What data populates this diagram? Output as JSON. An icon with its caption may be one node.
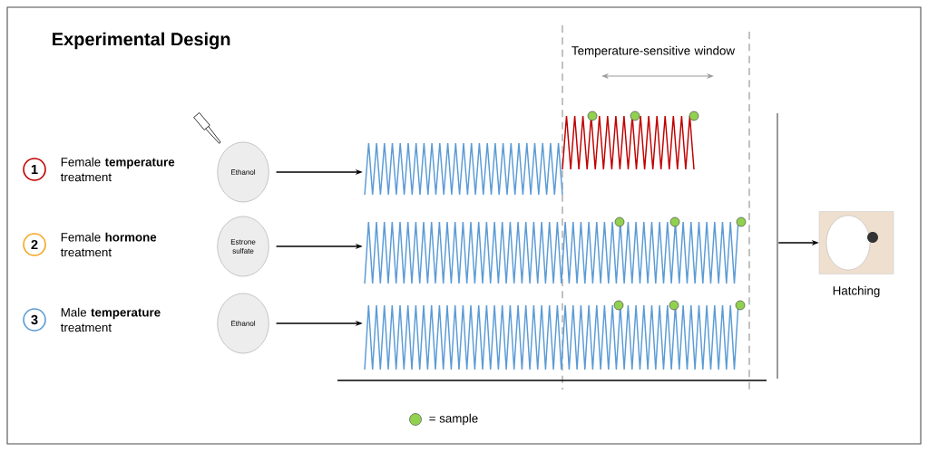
{
  "diagram": {
    "title": "Experimental Design",
    "nodes": [
      {
        "text": [
          "1"
        ],
        "beside": [
          "Female **temperature** treatment"
        ]
      },
      {
        "text": [
          "2"
        ],
        "beside": [
          "Female **hormone** treatment"
        ]
      },
      {
        "text": [
          "3"
        ],
        "beside": [
          "Male **temperature** treatment"
        ]
      },
      {
        "text": [
          "Ethanol"
        ]
      },
      {
        "text": [
          "Estrone sulfate"
        ]
      },
      {
        "text": [
          "Ethanol"
        ]
      },
      {
        "text": [],
        "shape": "picture"
      },
      {
        "text": [],
        "shape": "picture"
      },
      {
        "text": [],
        "shape": "picture"
      },
      {
        "text": [],
        "shape": "bar"
      },
      {
        "text": [
          "Hatching"
        ]
      }
    ],
    "edges": [
      {
        "from": 3,
        "to": 6,
        "arrow": "to"
      },
      {
        "from": 4,
        "to": 7,
        "arrow": "to"
      },
      {
        "from": 5,
        "to": 8,
        "arrow": "to"
      },
      {
        "from": 9,
        "to": 10,
        "arrow": "to"
      }
    ],
    "labels": [
      "Temperature-sensitive window"
    ],
    "legend": [
      {
        "text": "= sample",
        "color": "#92d050"
      }
    ]
  }
}
